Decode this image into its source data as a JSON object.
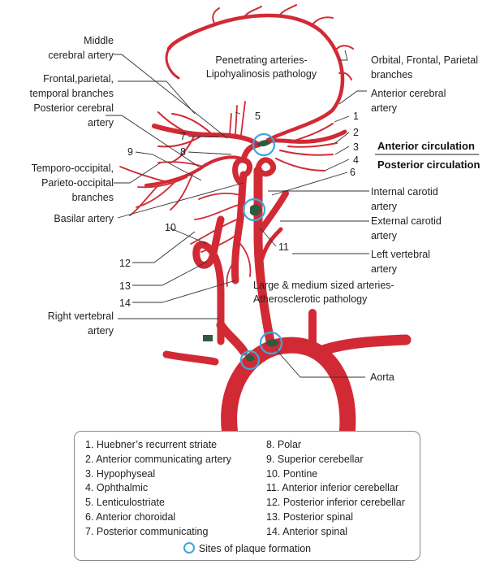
{
  "labels": {
    "middle_cerebral": [
      "Middle",
      "cerebral artery"
    ],
    "frontal_parietal_temporal": [
      "Frontal,parietal,",
      "temporal branches"
    ],
    "posterior_cerebral": [
      "Posterior cerebral",
      "artery"
    ],
    "temporo_occipital": [
      "Temporo-occipital,",
      "Parieto-occipital",
      "branches"
    ],
    "basilar": "Basilar artery",
    "right_vertebral": [
      "Right vertebral",
      "artery"
    ],
    "penetrating": [
      "Penetrating arteries-",
      "Lipohyalinosis pathology"
    ],
    "orbital": [
      "Orbital, Frontal, Parietal",
      "branches"
    ],
    "anterior_cerebral": [
      "Anterior cerebral",
      "artery"
    ],
    "anterior_circulation": "Anterior circulation",
    "posterior_circulation": "Posterior circulation",
    "internal_carotid": [
      "Internal carotid",
      "artery"
    ],
    "external_carotid": [
      "External carotid",
      "artery"
    ],
    "left_vertebral": [
      "Left vertebral",
      "artery"
    ],
    "large_medium": [
      "Large & medium sized arteries-",
      "Atherosclerotic pathology"
    ],
    "aorta": "Aorta"
  },
  "numbers": [
    "1",
    "2",
    "3",
    "4",
    "5",
    "6",
    "7",
    "8",
    "9",
    "10",
    "11",
    "12",
    "13",
    "14"
  ],
  "legend": {
    "left": [
      "1. Huebner’s recurrent striate",
      "2. Anterior communicating artery",
      "3. Hypophyseal",
      "4. Ophthalmic",
      "5. Lenticulostriate",
      "6. Anterior choroidal",
      "7. Posterior communicating"
    ],
    "right": [
      "8. Polar",
      "9. Superior cerebellar",
      "10. Pontine",
      "11. Anterior inferior cerebellar",
      "12. Posterior inferior cerebellar",
      "13. Posterior spinal",
      "14. Anterior spinal"
    ],
    "sites": "Sites of plaque formation"
  },
  "colors": {
    "artery": "#d22a35",
    "plaque": "#2f5a3e",
    "site_ring": "#3aa8df"
  }
}
